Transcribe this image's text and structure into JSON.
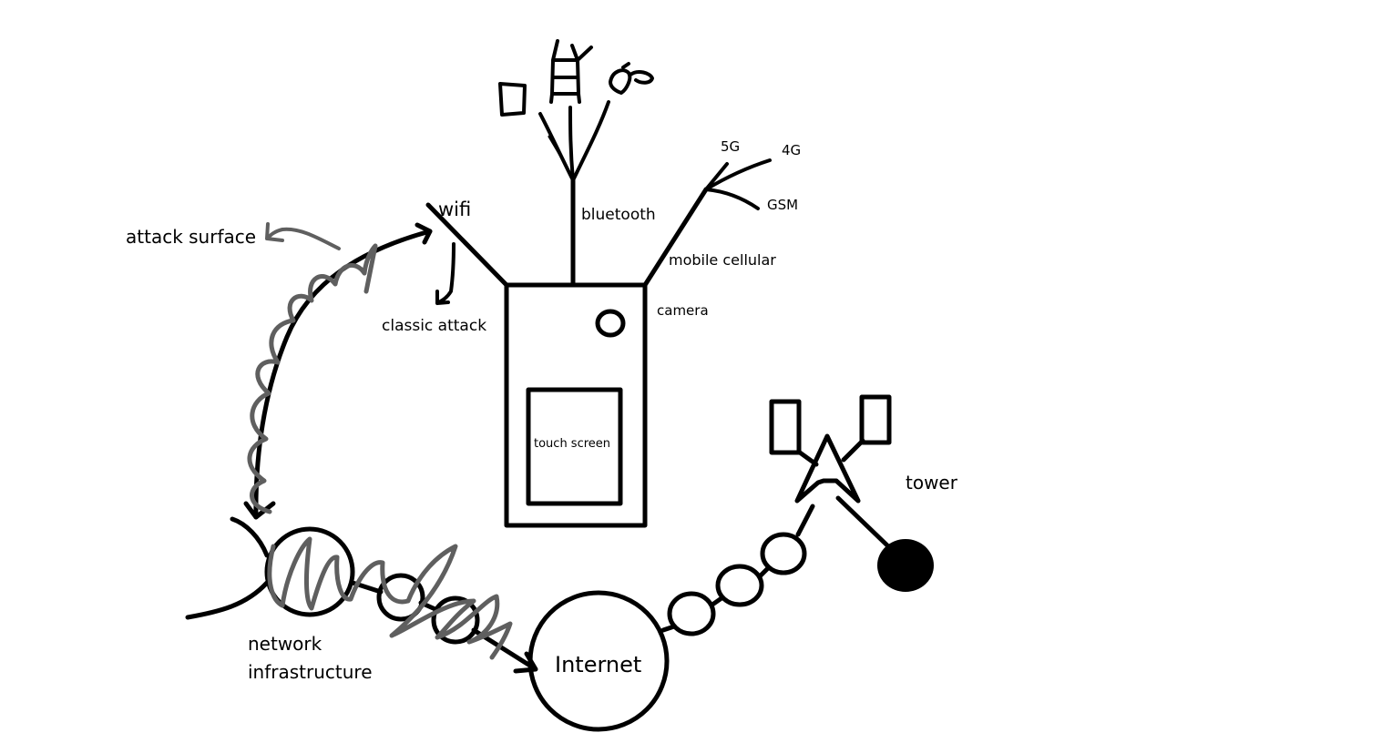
{
  "labels": {
    "wifi": "wifi",
    "bluetooth": "bluetooth",
    "mobile_cellular": "mobile cellular",
    "five_g": "5G",
    "four_g": "4G",
    "gsm": "GSM",
    "camera": "camera",
    "touch_screen": "touch screen",
    "attack_surface": "attack surface",
    "classic_attack": "classic attack",
    "network_infrastructure_line1": "network",
    "network_infrastructure_line2": "infrastructure",
    "internet": "Internet",
    "tower": "tower"
  },
  "colors": {
    "ink": "#000000",
    "scribble": "#5f5f5f",
    "background": "#ffffff"
  }
}
